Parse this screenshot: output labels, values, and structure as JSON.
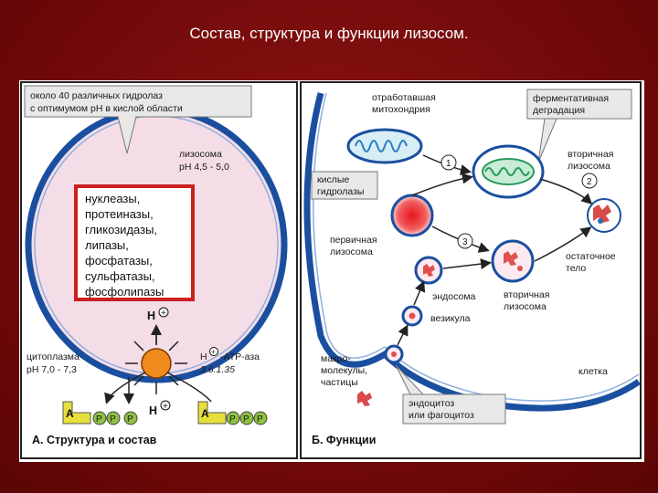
{
  "slide_title": "Состав, структура и функции лизосом.",
  "panel_a": {
    "callout": [
      "около 40 различных гидролаз",
      "с оптимумом pH в кислой области"
    ],
    "lysosome_label": "лизосома",
    "lysosome_ph": "pH 4,5 - 5,0",
    "enzymes": [
      "нуклеазы,",
      "протеиназы,",
      "гликозидазы,",
      "липазы,",
      "фосфатазы,",
      "сульфатазы,",
      "фосфолипазы"
    ],
    "h_ion": "H",
    "h_ion_charge": "+",
    "cytoplasm": "цитоплазма",
    "cytoplasm_ph": "pH 7,0 - 7,3",
    "atpase_h": "H",
    "atpase": "-ATP-аза",
    "atpase_ec": "3.6.1.35",
    "h_ion_lower": "H",
    "a_label": "A",
    "p_label": "P",
    "caption": "А. Структура  и состав"
  },
  "panel_b": {
    "mitochondria": [
      "отработавшая",
      "митохондрия"
    ],
    "enzymatic": [
      "ферментативная",
      "деградация"
    ],
    "secondary_lysosome_top": [
      "вторичная",
      "лизосома"
    ],
    "acid_hydrolases": [
      "кислые",
      "гидролазы"
    ],
    "primary_lysosome": [
      "первичная",
      "лизосома"
    ],
    "step1": "1",
    "step2": "2",
    "step3": "3",
    "residual_body": [
      "остаточное",
      "тело"
    ],
    "endosome": "эндосома",
    "secondary_lysosome_bottom": [
      "вторичная",
      "лизосома"
    ],
    "vesicle": "везикула",
    "macromolecules": [
      "макро-",
      "молекулы,",
      "частицы"
    ],
    "cell": "клетка",
    "endocytosis": [
      "эндоцитоз",
      "или фагоцитоз"
    ],
    "caption": "Б. Функции"
  },
  "colors": {
    "background": "#7a0c0c",
    "membrane": "#1a4fa0",
    "lysosome_fill": "#f5dde7",
    "enzyme_box": "#cc1f1f",
    "atp_yellow": "#e8e03a",
    "phosphate_green": "#8fc23f",
    "atpase_orange": "#f08a1c"
  }
}
